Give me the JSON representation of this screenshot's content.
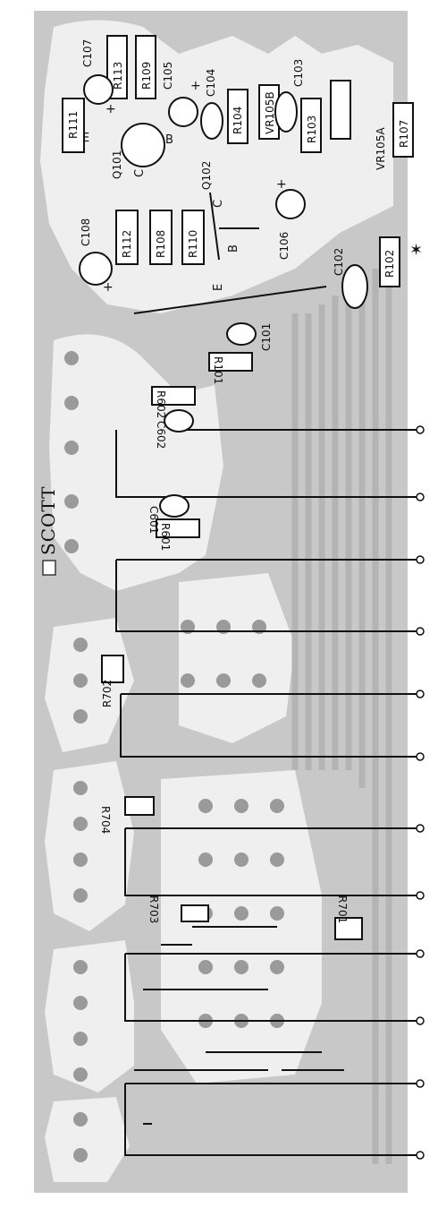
{
  "brand": "SCOTT",
  "components": {
    "resistors": [
      "R111",
      "R113",
      "R109",
      "R104",
      "VR105B",
      "R103",
      "R107",
      "VR105A",
      "R112",
      "R108",
      "R110",
      "R102",
      "R101",
      "R602",
      "R601",
      "R702",
      "R704",
      "R703",
      "R701"
    ],
    "capacitors": [
      "C107",
      "C105",
      "C104",
      "C103",
      "C108",
      "C106",
      "C102",
      "C101",
      "C602",
      "C601"
    ],
    "transistors": [
      "Q101",
      "Q102"
    ]
  },
  "terminal_labels": {
    "e1": "E",
    "b1": "B",
    "c1": "C",
    "c2": "C",
    "b2": "B",
    "e2": "E"
  },
  "colors": {
    "board": "#c9c9c9",
    "copper": "#eeeeee",
    "ink": "#111111",
    "paper": "#ffffff"
  }
}
